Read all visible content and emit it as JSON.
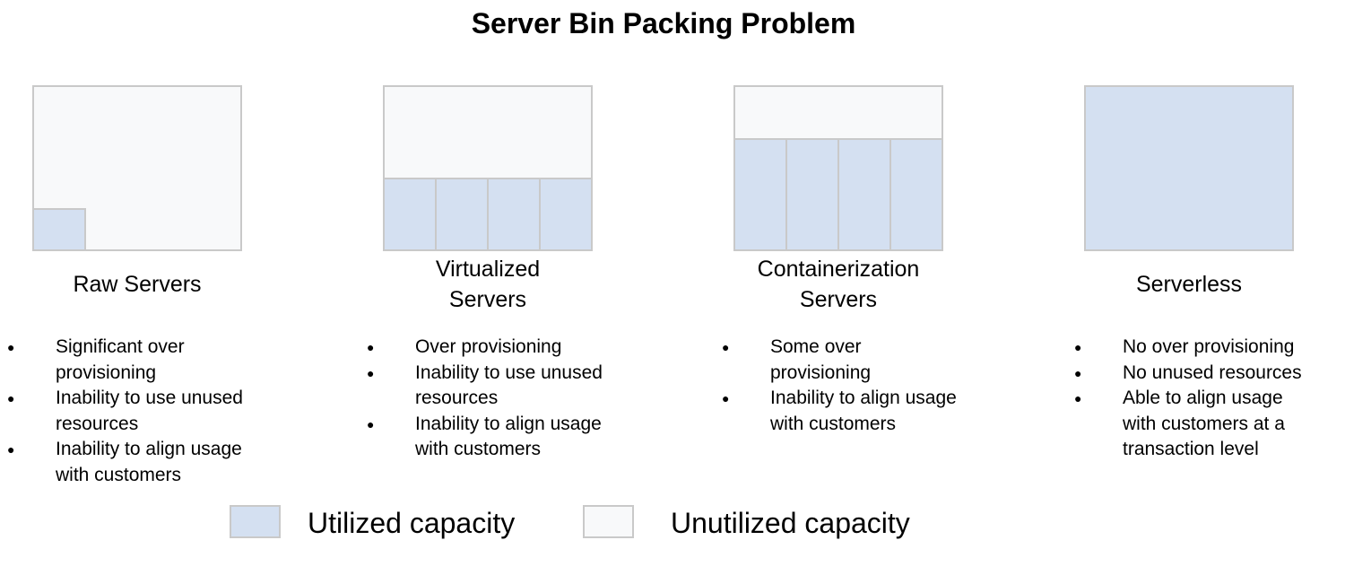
{
  "title": "Server Bin Packing Problem",
  "columns": [
    {
      "label_lines": [
        "Raw Servers"
      ],
      "bullets": [
        [
          "Significant over",
          "provisioning"
        ],
        [
          "Inability to use unused",
          "resources"
        ],
        [
          "Inability to align usage",
          "with customers"
        ]
      ]
    },
    {
      "label_lines": [
        "Virtualized",
        "Servers"
      ],
      "bullets": [
        [
          "Over provisioning"
        ],
        [
          "Inability to use unused",
          "resources"
        ],
        [
          "Inability to align usage",
          "with customers"
        ]
      ]
    },
    {
      "label_lines": [
        "Containerization",
        "Servers"
      ],
      "bullets": [
        [
          "Some over",
          "provisioning"
        ],
        [
          "Inability to align usage",
          "with customers"
        ]
      ]
    },
    {
      "label_lines": [
        "Serverless"
      ],
      "bullets": [
        [
          "No over provisioning"
        ],
        [
          "No unused resources"
        ],
        [
          "Able to align usage",
          "with customers at a",
          "transaction level"
        ]
      ]
    }
  ],
  "legend": {
    "utilized": "Utilized capacity",
    "unutilized": "Unutilized capacity"
  },
  "colors": {
    "utilized": "#d4e0f1",
    "unutilized": "#f8f9fa",
    "border": "#c9c9c9"
  }
}
